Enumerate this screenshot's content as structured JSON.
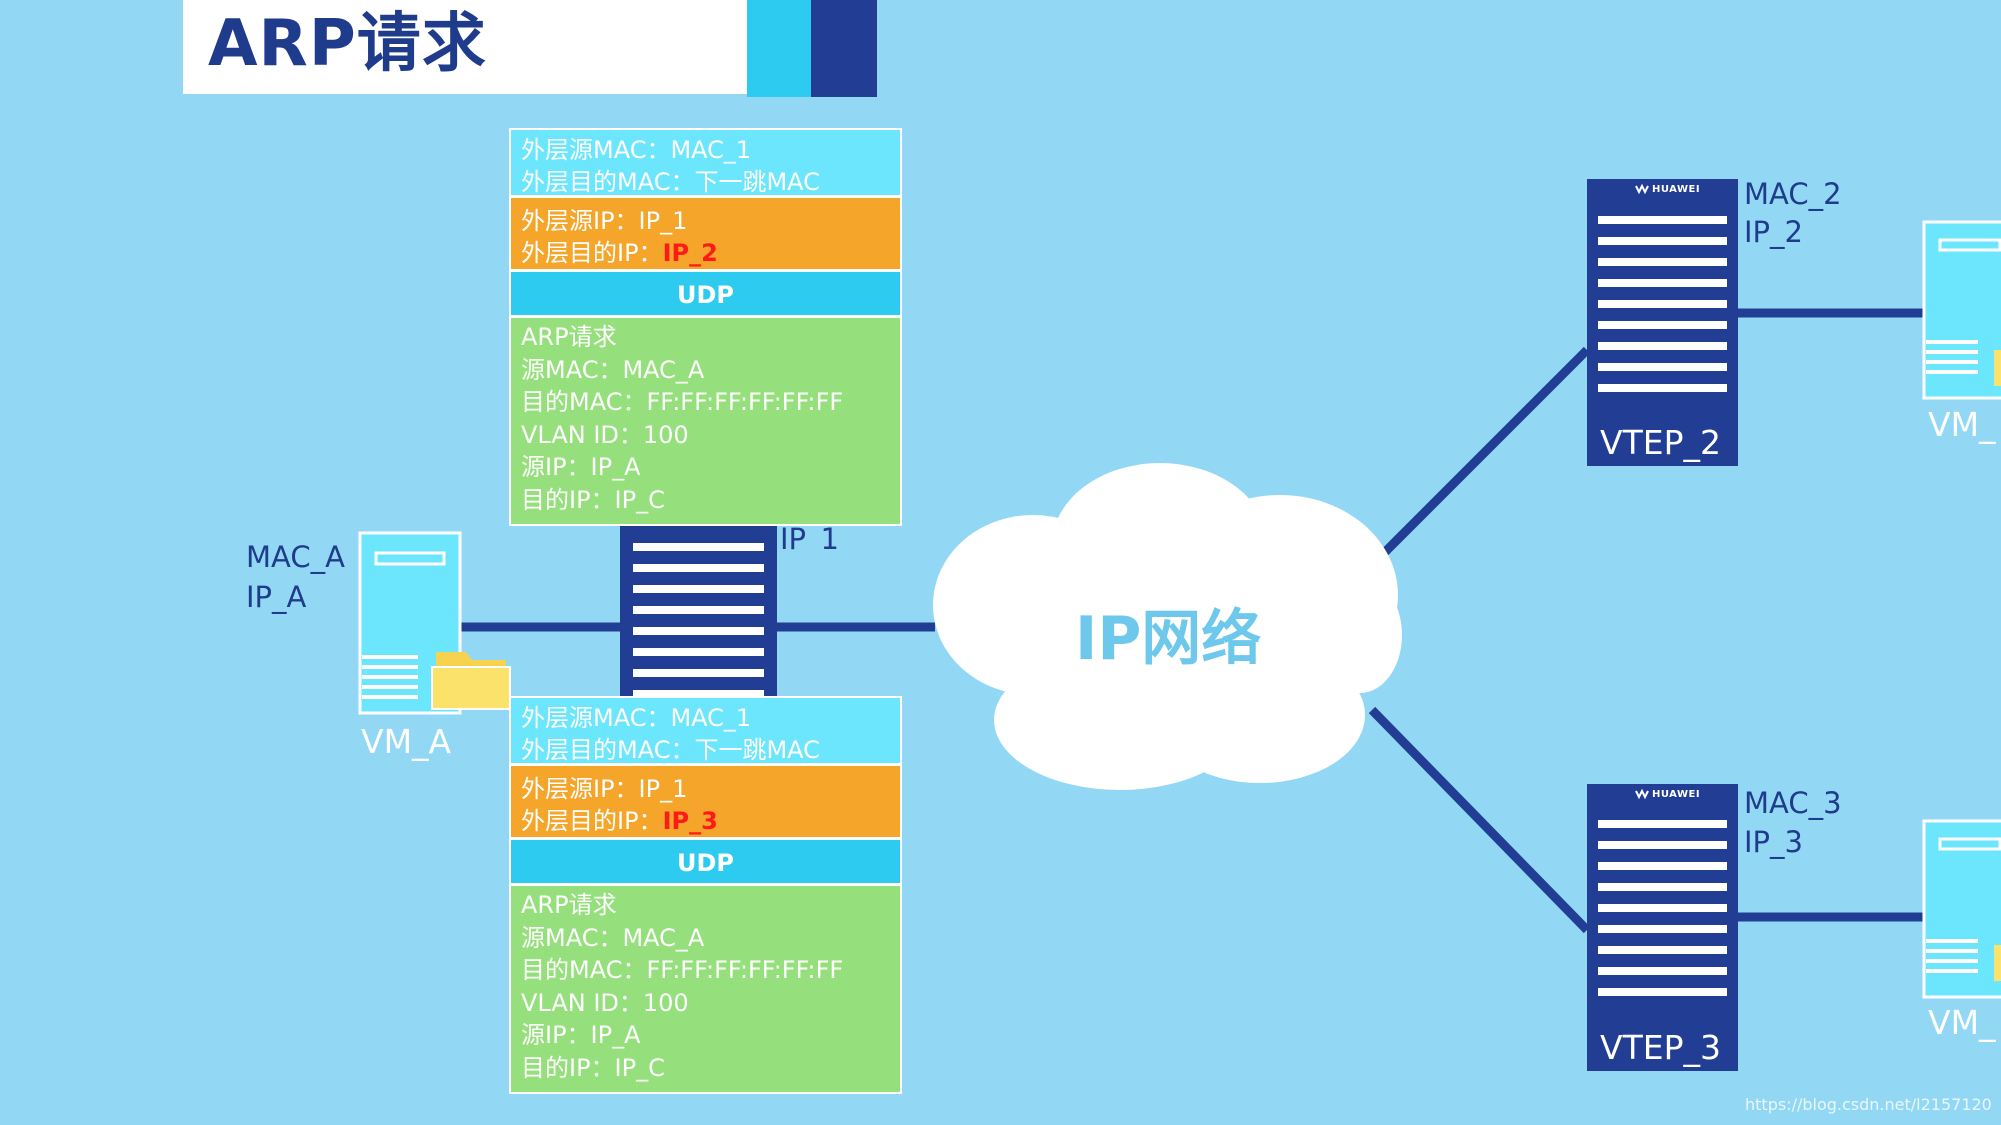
{
  "title": "ARP请求",
  "cloud_label": "IP网络",
  "vm_a": {
    "mac": "MAC_A",
    "ip": "IP_A",
    "name": "VM_A"
  },
  "vtep_1": {
    "ip_partial": "IP_1"
  },
  "vtep_2": {
    "name": "VTEP_2",
    "mac": "MAC_2",
    "ip": "IP_2",
    "brand": "HUAWEI",
    "right_vm_label": "VM_"
  },
  "vtep_3": {
    "name": "VTEP_3",
    "mac": "MAC_3",
    "ip": "IP_3",
    "brand": "HUAWEI",
    "right_vm_label": "VM_"
  },
  "packet_top": {
    "outer_src_mac": "外层源MAC：MAC_1",
    "outer_dst_mac": "外层目的MAC：下一跳MAC",
    "outer_src_ip": "外层源IP：IP_1",
    "outer_dst_ip_label": "外层目的IP：",
    "outer_dst_ip_value": "IP_2",
    "udp": "UDP",
    "payload": [
      "ARP请求",
      "源MAC：MAC_A",
      "目的MAC：FF:FF:FF:FF:FF:FF",
      "VLAN ID：100",
      "源IP：IP_A",
      "目的IP：IP_C"
    ]
  },
  "packet_bottom": {
    "outer_src_mac": "外层源MAC：MAC_1",
    "outer_dst_mac": "外层目的MAC：下一跳MAC",
    "outer_src_ip": "外层源IP：IP_1",
    "outer_dst_ip_label": "外层目的IP：",
    "outer_dst_ip_value": "IP_3",
    "udp": "UDP",
    "payload": [
      "ARP请求",
      "源MAC：MAC_A",
      "目的MAC：FF:FF:FF:FF:FF:FF",
      "VLAN ID：100",
      "源IP：IP_A",
      "目的IP：IP_C"
    ]
  },
  "watermark": "https://blog.csdn.net/l2157120",
  "colors": {
    "background": "#92d8f5",
    "navy": "#223e94",
    "cyan": "#2ecbf0",
    "light_cyan": "#6ce6fc",
    "orange": "#f4a52a",
    "green": "#95e07c",
    "red": "#ff1a1a",
    "folder": "#fbe26a"
  }
}
